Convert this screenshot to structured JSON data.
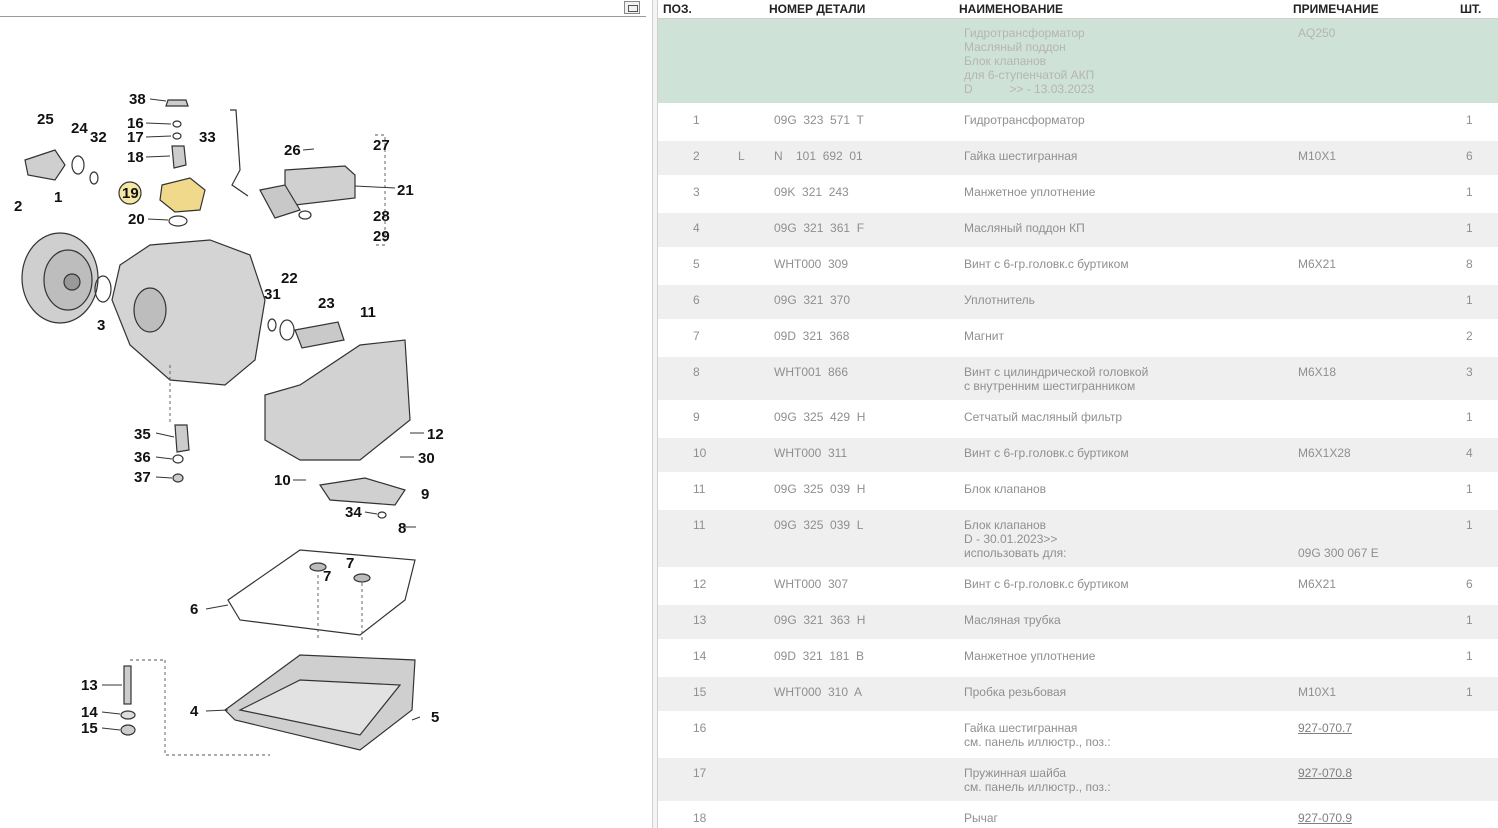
{
  "columns": {
    "pos": "ПОЗ.",
    "part": "НОМЕР ДЕТАЛИ",
    "name": "НАИМЕНОВАНИЕ",
    "note": "ПРИМЕЧАНИЕ",
    "qty": "ШТ."
  },
  "header_block": {
    "lines": [
      "Гидротрансформатор",
      "Масляный поддон",
      "Блок клапанов",
      "для 6-ступенчатой АКП",
      "D           >> - 13.03.2023"
    ],
    "note": "AQ250"
  },
  "rows": [
    {
      "pos": "1",
      "l": "",
      "part": "09G  323  571  T",
      "name": "Гидротрансформатор",
      "note": "",
      "qty": "1"
    },
    {
      "pos": "2",
      "l": "L",
      "part": "N    101  692  01",
      "name": "Гайка шестигранная",
      "note": "M10X1",
      "qty": "6"
    },
    {
      "pos": "3",
      "l": "",
      "part": "09K  321  243",
      "name": "Манжетное уплотнение",
      "note": "",
      "qty": "1"
    },
    {
      "pos": "4",
      "l": "",
      "part": "09G  321  361  F",
      "name": "Масляный поддон КП",
      "note": "",
      "qty": "1"
    },
    {
      "pos": "5",
      "l": "",
      "part": "WHT000  309",
      "name": "Винт с 6-гр.головк.с буртиком",
      "note": "M6X21",
      "qty": "8"
    },
    {
      "pos": "6",
      "l": "",
      "part": "09G  321  370",
      "name": "Уплотнитель",
      "note": "",
      "qty": "1"
    },
    {
      "pos": "7",
      "l": "",
      "part": "09D  321  368",
      "name": "Магнит",
      "note": "",
      "qty": "2"
    },
    {
      "pos": "8",
      "l": "",
      "part": "WHT001  866",
      "name": "Винт с цилиндрической головкой\nс внутренним шестигранником",
      "note": "M6X18",
      "qty": "3"
    },
    {
      "pos": "9",
      "l": "",
      "part": "09G  325  429  H",
      "name": "Сетчатый масляный фильтр",
      "note": "",
      "qty": "1"
    },
    {
      "pos": "10",
      "l": "",
      "part": "WHT000  311",
      "name": "Винт с 6-гр.головк.с буртиком",
      "note": "M6X1X28",
      "qty": "4"
    },
    {
      "pos": "11",
      "l": "",
      "part": "09G  325  039  H",
      "name": "Блок клапанов",
      "note": "",
      "qty": "1"
    },
    {
      "pos": "11",
      "l": "",
      "part": "09G  325  039  L",
      "name": "Блок клапанов\nD - 30.01.2023>>\nиспользовать для:",
      "note": "\n\n09G 300 067 E",
      "qty": "1"
    },
    {
      "pos": "12",
      "l": "",
      "part": "WHT000  307",
      "name": "Винт с 6-гр.головк.с буртиком",
      "note": "M6X21",
      "qty": "6"
    },
    {
      "pos": "13",
      "l": "",
      "part": "09G  321  363  H",
      "name": "Масляная трубка",
      "note": "",
      "qty": "1"
    },
    {
      "pos": "14",
      "l": "",
      "part": "09D  321  181  B",
      "name": "Манжетное уплотнение",
      "note": "",
      "qty": "1"
    },
    {
      "pos": "15",
      "l": "",
      "part": "WHT000  310  A",
      "name": "Пробка резьбовая",
      "note": "M10X1",
      "qty": "1"
    },
    {
      "pos": "16",
      "l": "",
      "part": "",
      "name": "Гайка шестигранная\nсм. панель иллюстр., поз.:",
      "note": "927-070.7",
      "qty": "",
      "link": true
    },
    {
      "pos": "17",
      "l": "",
      "part": "",
      "name": "Пружинная шайба\nсм. панель иллюстр., поз.:",
      "note": "927-070.8",
      "qty": "",
      "link": true
    },
    {
      "pos": "18",
      "l": "",
      "part": "",
      "name": "Рычаг",
      "note": "927-070.9",
      "qty": "",
      "link": true
    }
  ],
  "callouts": [
    "1",
    "2",
    "3",
    "4",
    "5",
    "6",
    "7",
    "7",
    "8",
    "9",
    "10",
    "11",
    "12",
    "13",
    "14",
    "15",
    "16",
    "17",
    "18",
    "19",
    "20",
    "21",
    "22",
    "23",
    "24",
    "25",
    "26",
    "27",
    "28",
    "29",
    "30",
    "31",
    "32",
    "33",
    "34",
    "35",
    "36",
    "37",
    "38"
  ],
  "colors": {
    "header_block": "#cfe2d8",
    "alt_row": "#efefef",
    "highlight": "#f6e7a3"
  }
}
